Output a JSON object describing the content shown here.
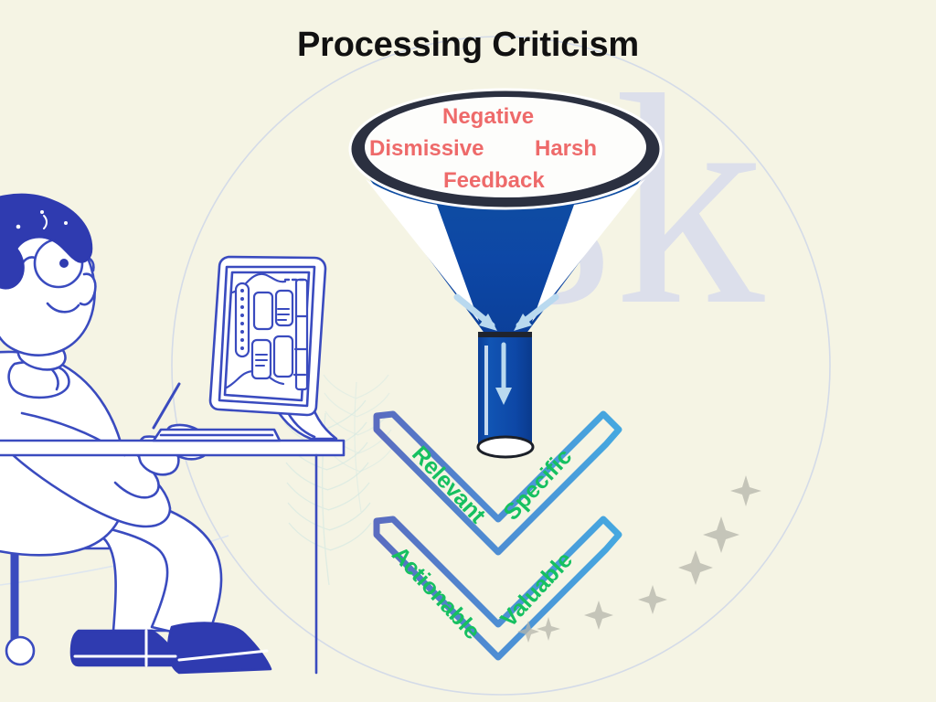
{
  "page": {
    "title": "Processing Criticism",
    "background_color": "#f5f4e4"
  },
  "watermark": {
    "text": "sk",
    "color": "#d8dced"
  },
  "funnel": {
    "name": "criticism-funnel",
    "rim_color": "#2b3040",
    "body_color": "#0d47a6",
    "highlight_color": "#ffffff",
    "arrow_color": "#b9d9ef",
    "input_label_color": "#ee6a6a",
    "input_labels": [
      {
        "id": "negative",
        "text": "Negative"
      },
      {
        "id": "dismissive",
        "text": "Dismissive"
      },
      {
        "id": "harsh",
        "text": "Harsh"
      },
      {
        "id": "feedback",
        "text": "Feedback"
      }
    ]
  },
  "outcomes": {
    "label_color": "#16c060",
    "gradient_start": "#5a6cc0",
    "gradient_end": "#45a8e0",
    "checkmarks": [
      {
        "id": "checkmark-1",
        "left_label": "Relevant",
        "right_label": "Specific"
      },
      {
        "id": "checkmark-2",
        "left_label": "Actionable",
        "right_label": "Valuable"
      }
    ]
  },
  "illustration": {
    "name": "person-at-desk-illustration",
    "line_color": "#3a4bbf",
    "hair_color": "#2f3bb0",
    "shoe_color": "#2f3bb0",
    "fill_color": "#ffffff",
    "plant_color": "#cfe7e2"
  },
  "decorations": {
    "sparkle_color": "#b6b6ab",
    "circle_outline_color": "#d4dbe8",
    "sparkle_count": 7
  }
}
